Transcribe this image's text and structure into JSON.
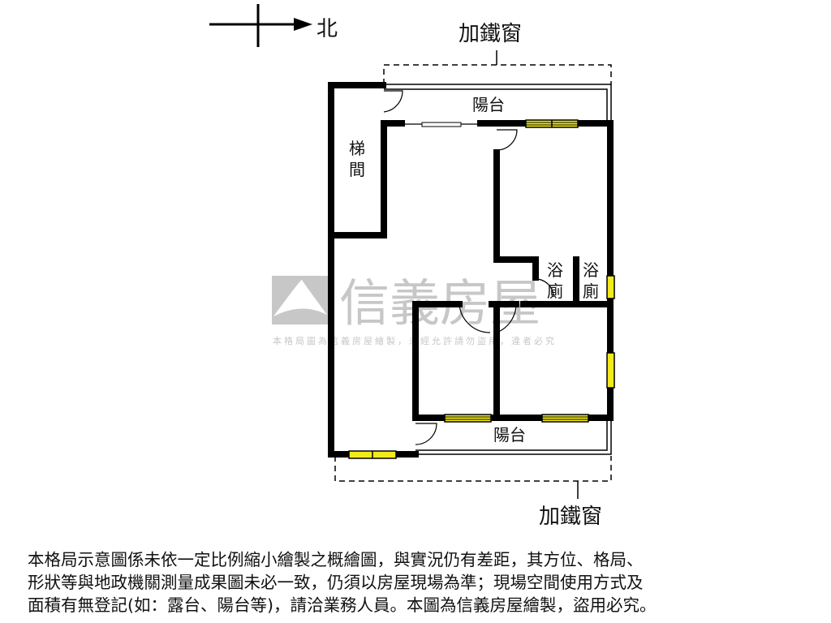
{
  "compass": {
    "north_label": "北"
  },
  "labels": {
    "iron_window_top": "加鐵窗",
    "iron_window_bottom": "加鐵窗",
    "balcony_top": "陽台",
    "balcony_bottom": "陽台",
    "stairwell_1": "梯",
    "stairwell_2": "間",
    "bath1_1": "浴",
    "bath1_2": "廁",
    "bath2_1": "浴",
    "bath2_2": "廁"
  },
  "watermark": {
    "brand": "信義房屋",
    "notice": "本格局圖為信義房屋繪製，未經允許請勿盜用，違者必究"
  },
  "disclaimer": [
    "本格局示意圖係未依一定比例縮小繪製之概繪圖，與實況仍有差距，其方位、格局、",
    "形狀等與地政機關測量成果圖未必一致，仍須以房屋現場為準；現場空間使用方式及",
    "面積有無登記(如：露台、陽台等)，請洽業務人員。本圖為信義房屋繪製，盜用必究。"
  ],
  "colors": {
    "wall": "#000000",
    "window": "#f2ea1c",
    "watermark": "#9a9a9a"
  }
}
